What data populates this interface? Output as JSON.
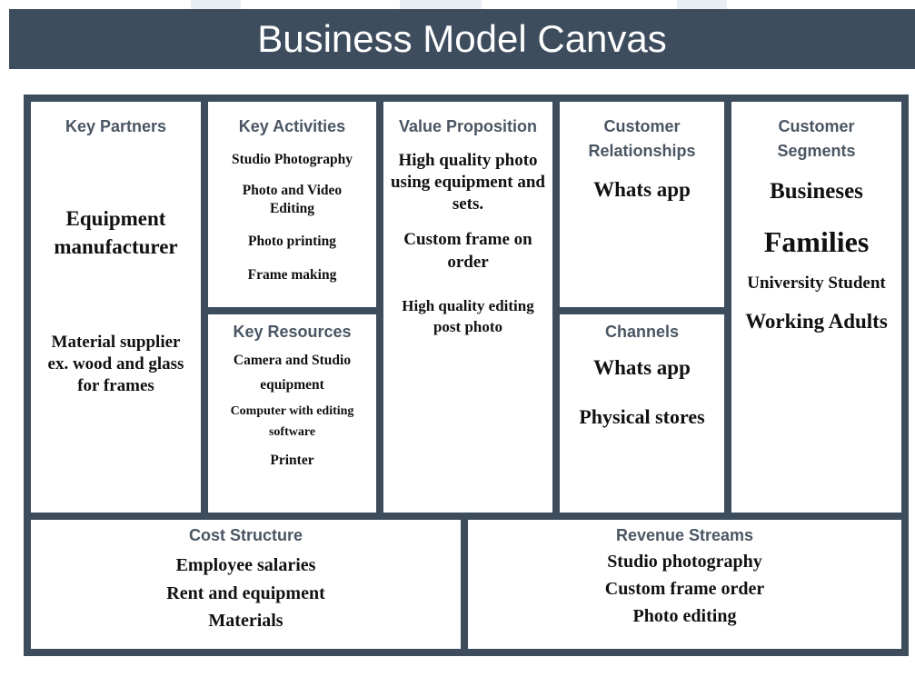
{
  "title": "Business Model Canvas",
  "colors": {
    "frame": "#3d4d5e",
    "header_text": "#4a5663",
    "body_text": "#111111",
    "background": "#ffffff"
  },
  "key_partners": {
    "header": "Key Partners",
    "items": [
      "Equipment manufacturer",
      "Material supplier ex. wood and glass for frames"
    ]
  },
  "key_activities": {
    "header": "Key Activities",
    "items": [
      "Studio Photography",
      "Photo and Video Editing",
      "Photo printing",
      "Frame making"
    ]
  },
  "key_resources": {
    "header": "Key Resources",
    "items": [
      "Camera and Studio equipment",
      "Computer with editing software",
      "Printer"
    ]
  },
  "value_proposition": {
    "header": "Value Proposition",
    "items": [
      "High quality photo using equipment and sets.",
      "Custom frame on order",
      "High quality editing post photo"
    ]
  },
  "customer_relationships": {
    "header": "Customer Relationships",
    "items": [
      "Whats app"
    ]
  },
  "channels": {
    "header": "Channels",
    "items": [
      "Whats app",
      "Physical stores"
    ]
  },
  "customer_segments": {
    "header": "Customer Segments",
    "items": [
      "Busineses",
      "Families",
      "University Student",
      "Working Adults"
    ]
  },
  "cost_structure": {
    "header": "Cost Structure",
    "items": [
      "Employee salaries",
      "Rent and equipment",
      "Materials"
    ]
  },
  "revenue_streams": {
    "header": "Revenue Streams",
    "items": [
      "Studio photography",
      "Custom frame order",
      "Photo editing"
    ]
  }
}
